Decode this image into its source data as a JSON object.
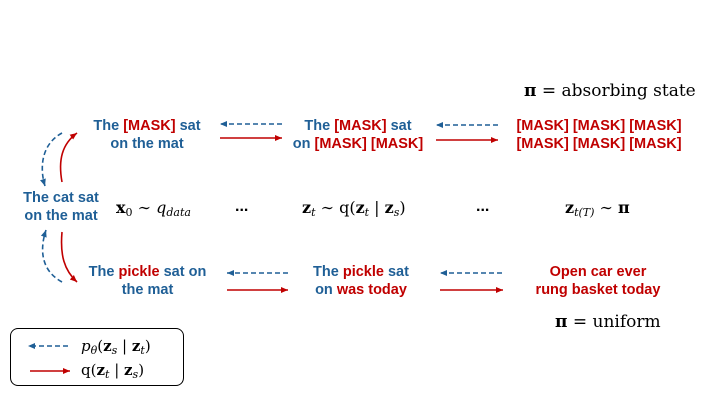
{
  "annotations": {
    "absorbing": {
      "pi": "π",
      "eq": " = absorbing state"
    },
    "uniform": {
      "pi": "π",
      "eq": " = uniform"
    }
  },
  "left_node": {
    "line1": "The cat sat",
    "line2": "on the mat"
  },
  "top_row": [
    {
      "line1": [
        {
          "t": "The ",
          "c": "b"
        },
        {
          "t": "[MASK]",
          "c": "r"
        },
        {
          "t": " sat",
          "c": "b"
        }
      ],
      "line2": [
        {
          "t": "on the mat",
          "c": "b"
        }
      ]
    },
    {
      "line1": [
        {
          "t": "The ",
          "c": "b"
        },
        {
          "t": "[MASK]",
          "c": "r"
        },
        {
          "t": " sat",
          "c": "b"
        }
      ],
      "line2": [
        {
          "t": "on ",
          "c": "b"
        },
        {
          "t": "[MASK] [MASK]",
          "c": "r"
        }
      ]
    },
    {
      "line1": [
        {
          "t": "[MASK] [MASK] [MASK]",
          "c": "r"
        }
      ],
      "line2": [
        {
          "t": "[MASK] [MASK] [MASK]",
          "c": "r"
        }
      ]
    }
  ],
  "bottom_row": [
    {
      "line1": [
        {
          "t": "The ",
          "c": "b"
        },
        {
          "t": "pickle",
          "c": "r"
        },
        {
          "t": " sat on",
          "c": "b"
        }
      ],
      "line2": [
        {
          "t": "the mat",
          "c": "b"
        }
      ]
    },
    {
      "line1": [
        {
          "t": "The ",
          "c": "b"
        },
        {
          "t": "pickle",
          "c": "r"
        },
        {
          "t": " sat",
          "c": "b"
        }
      ],
      "line2": [
        {
          "t": "on ",
          "c": "b"
        },
        {
          "t": "was today",
          "c": "r"
        }
      ]
    },
    {
      "line1": [
        {
          "t": "Open car ever",
          "c": "r"
        }
      ],
      "line2": [
        {
          "t": "rung basket today",
          "c": "r"
        }
      ]
    }
  ],
  "middle_row": {
    "x0": {
      "var": "x",
      "sub": "0",
      "rest": " ∼ ",
      "q": "q",
      "qsub": "data"
    },
    "dots1": "...",
    "zt": {
      "var": "z",
      "sub": "t",
      "rest": " ∼ q(",
      "z1": "z",
      "s1": "t",
      "bar": " | ",
      "z2": "z",
      "s2": "s",
      "end": ")"
    },
    "dots2": "...",
    "ztT": {
      "var": "z",
      "sub": "t(T)",
      "rest": " ∼ ",
      "pi": "π"
    }
  },
  "legend": {
    "reverse": {
      "p": "p",
      "theta": "θ",
      "open": "(",
      "z1": "z",
      "s1": "s",
      "bar": " | ",
      "z2": "z",
      "s2": "t",
      "close": ")"
    },
    "forward": {
      "q": "q(",
      "z1": "z",
      "s1": "t",
      "bar": " | ",
      "z2": "z",
      "s2": "s",
      "close": ")"
    }
  },
  "colors": {
    "blue": "#1f5f96",
    "red": "#c00000",
    "blue_dashed": "#1f5f96",
    "red_arrow": "#c00000"
  }
}
